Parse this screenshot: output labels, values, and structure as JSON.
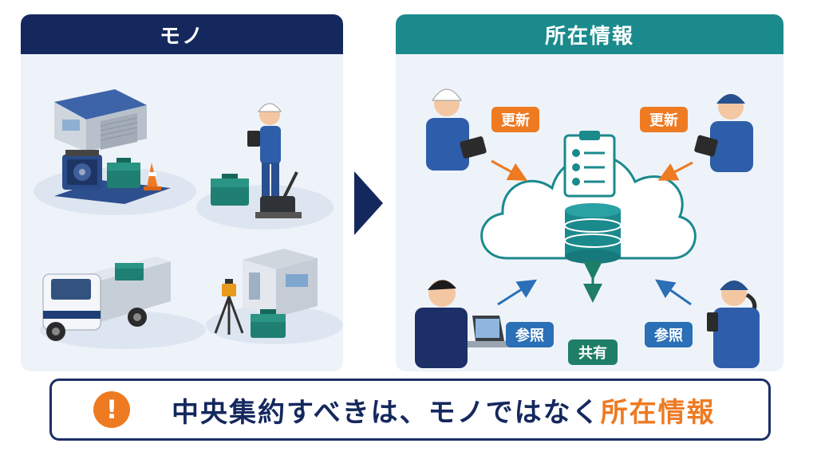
{
  "left_panel": {
    "title": "モノ"
  },
  "right_panel": {
    "title": "所在情報",
    "tags": {
      "update_left": "更新",
      "update_right": "更新",
      "refer_left": "参照",
      "refer_right": "参照",
      "share": "共有"
    }
  },
  "bottom_message": {
    "main": "中央集約すべきは、モノではなく",
    "accent": "所在情報",
    "icon": "!"
  },
  "colors": {
    "navy": "#15285e",
    "teal": "#1b8a8c",
    "orange": "#ee7a22",
    "blue_tag": "#2b6fb6",
    "green_tag": "#1e7e66",
    "panel_bg": "#eef3fa"
  }
}
